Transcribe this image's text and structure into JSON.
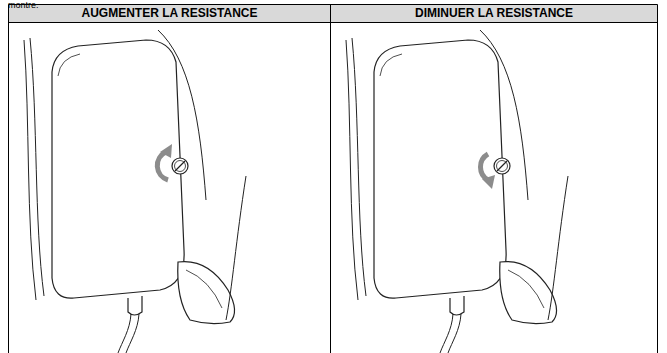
{
  "diagram": {
    "labels": [
      "montre.",
      "AUGMENTER LA RESISTANCE",
      "DIMINUER LA RESISTANCE"
    ]
  }
}
